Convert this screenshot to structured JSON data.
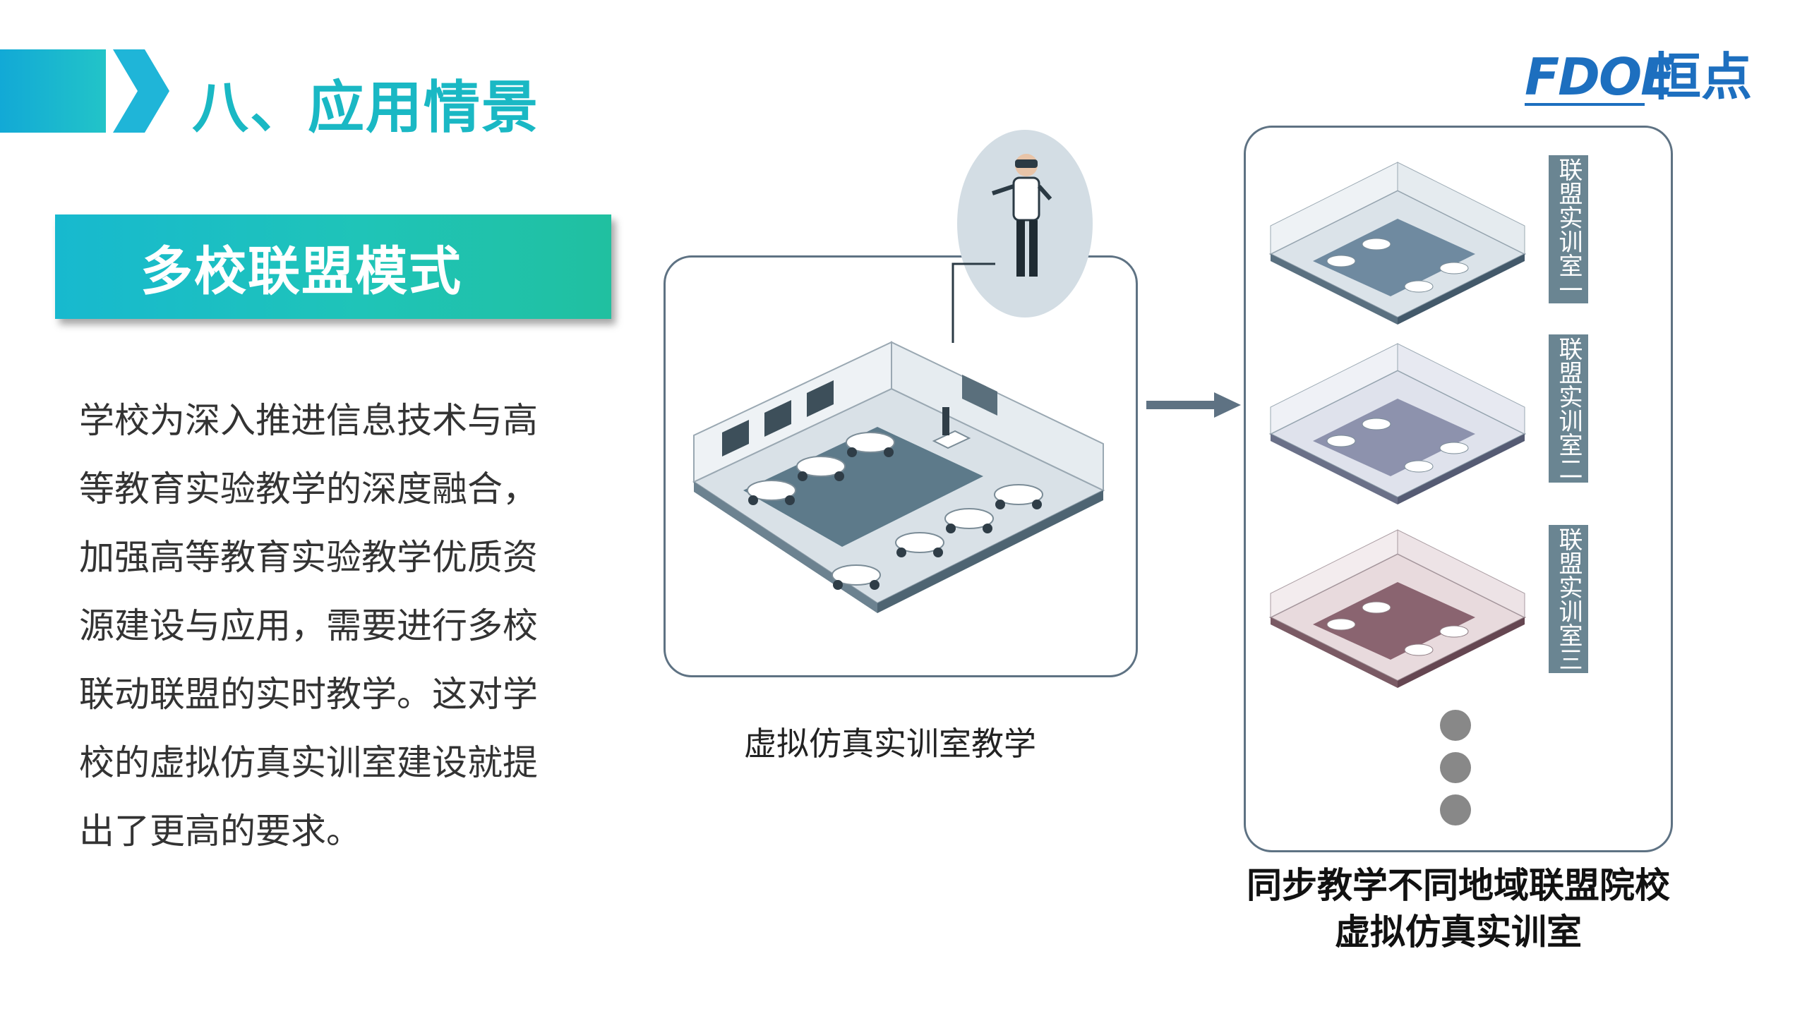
{
  "header": {
    "section_title": "八、应用情景"
  },
  "logo": {
    "latin": "FDOE",
    "chinese": "恒点",
    "brand_color": "#1d6fbf"
  },
  "mode_banner": {
    "label": "多校联盟模式"
  },
  "description": {
    "lines": [
      "学校为深入推进信息技术与高",
      "等教育实验教学的深度融合，",
      "加强高等教育实验教学优质资",
      "源建设与应用，需要进行多校",
      "联动联盟的实时教学。这对学",
      "校的虚拟仿真实训室建设就提",
      "出了更高的要求。"
    ]
  },
  "left_panel": {
    "caption": "虚拟仿真实训室教学",
    "icons": [
      "classroom-illustration",
      "vr-teacher-illustration"
    ]
  },
  "right_panel": {
    "rooms": [
      {
        "label": "联盟实训室一",
        "tint": "#6f8aa0"
      },
      {
        "label": "联盟实训室二",
        "tint": "#8d92ad"
      },
      {
        "label": "联盟实训室三",
        "tint": "#8a6470"
      }
    ],
    "caption_line1": "同步教学不同地域联盟院校",
    "caption_line2": "虚拟仿真实训室"
  },
  "colors": {
    "accent_teal": "#1ab8c4",
    "panel_border": "#5e7283",
    "tag_bg": "#6a8592"
  }
}
